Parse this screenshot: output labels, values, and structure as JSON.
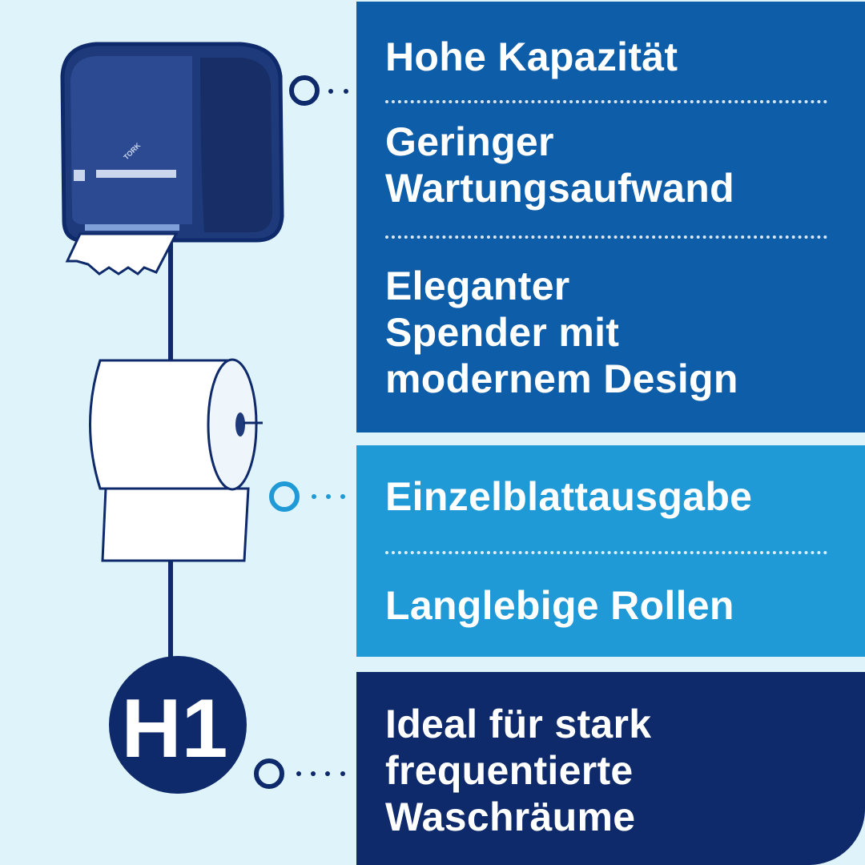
{
  "features_primary": [
    "Hohe Kapazität",
    "Geringer\nWartungsaufwand",
    "Eleganter\nSpender mit\nmodernem Design"
  ],
  "features_secondary": [
    "Einzelblattausgabe",
    "Langlebige Rollen"
  ],
  "feature_system": "Ideal für stark\nfrequentierte\nWaschräume",
  "system_badge": "H1",
  "dispenser_brand": "TORK",
  "colors": {
    "background": "#dff3fb",
    "panel_dark_blue": "#0d5da8",
    "panel_light_blue": "#1f9ad6",
    "panel_navy": "#0f2a6b",
    "badge_navy": "#0f2a6b"
  }
}
